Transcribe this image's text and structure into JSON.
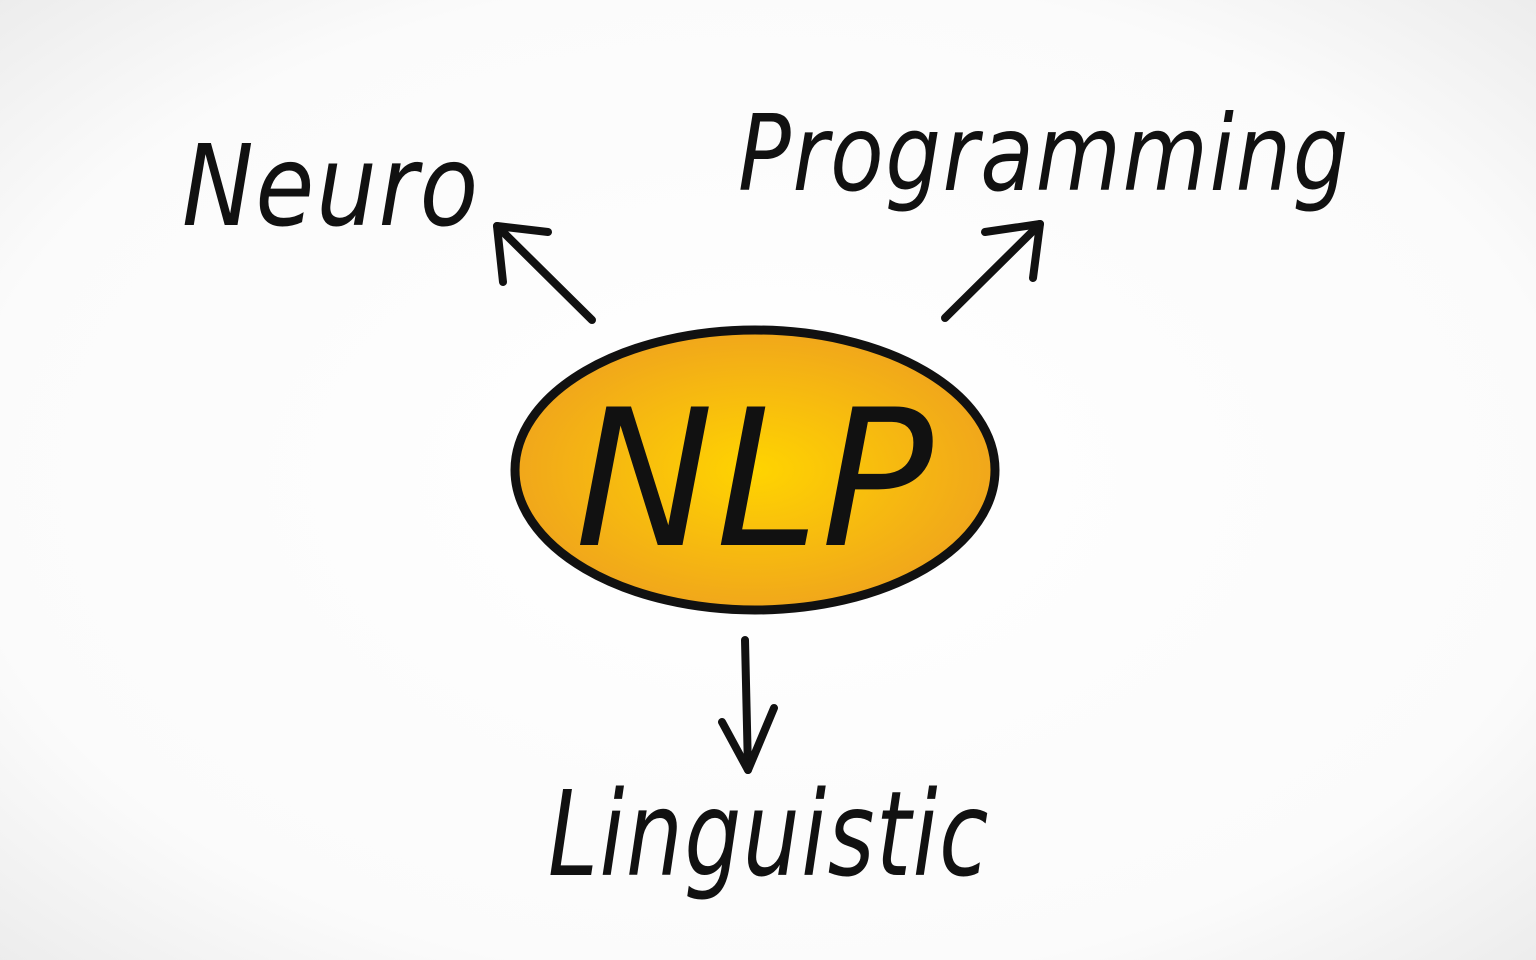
{
  "diagram": {
    "center_label": "NLP",
    "branches": [
      {
        "label": "Neuro",
        "direction": "up-left"
      },
      {
        "label": "Programming",
        "direction": "up-right"
      },
      {
        "label": "Linguistic",
        "direction": "down"
      }
    ],
    "colors": {
      "ellipse_center": "#FFD400",
      "ellipse_edge": "#EFA21E",
      "ink": "#111111",
      "background": "#FFFFFF"
    }
  }
}
